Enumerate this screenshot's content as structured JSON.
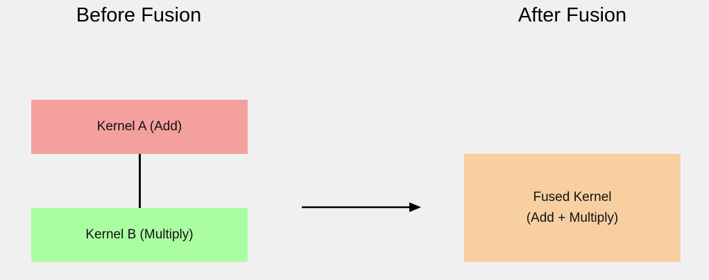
{
  "headings": {
    "before": "Before Fusion",
    "after": "After Fusion"
  },
  "kernels": {
    "a": "Kernel A (Add)",
    "b": "Kernel B (Multiply)",
    "fused_line1": "Fused Kernel",
    "fused_line2": "(Add + Multiply)"
  },
  "colors": {
    "background": "#f0f0f0",
    "kernel_a": "#f4a09e",
    "kernel_b": "#abfda2",
    "fused": "#f7cfa1"
  }
}
